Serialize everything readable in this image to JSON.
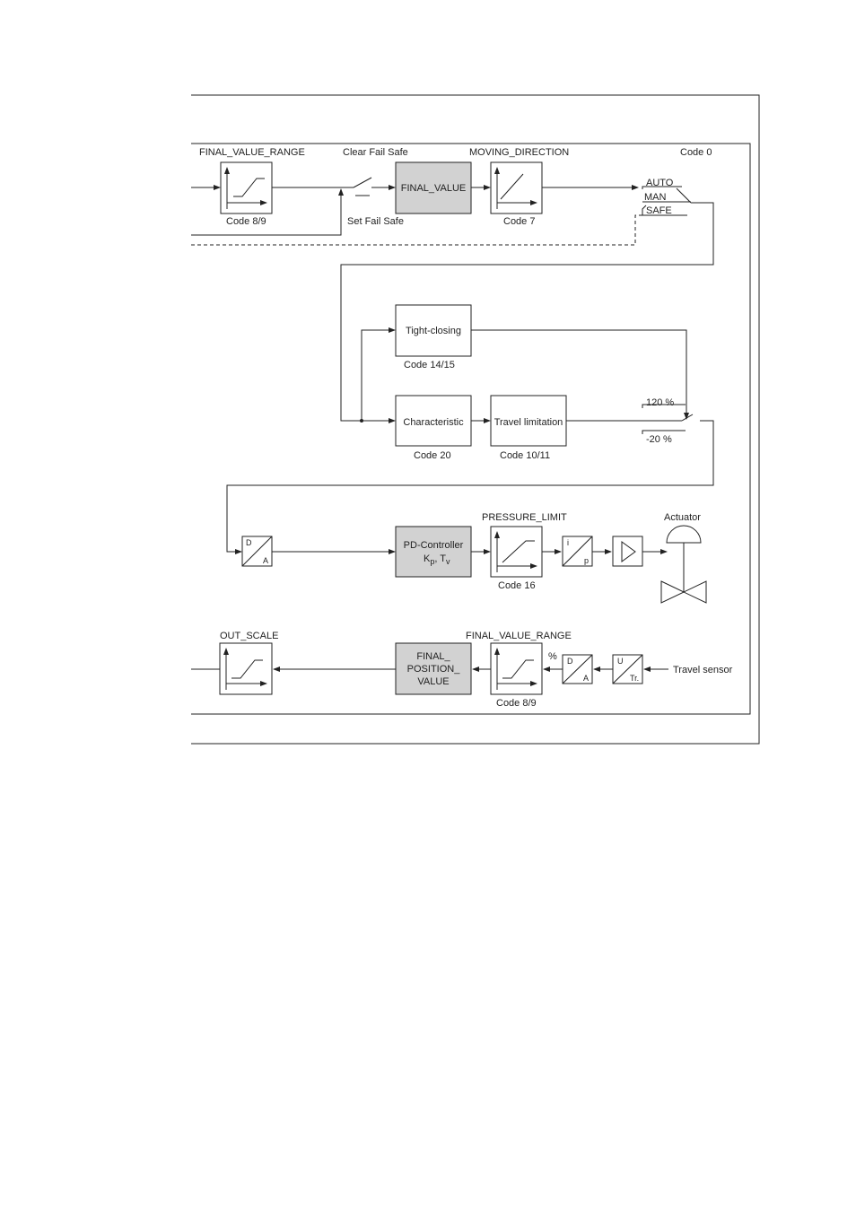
{
  "row1": {
    "final_value_range_label": "FINAL_VALUE_RANGE",
    "code_8_9": "Code 8/9",
    "clear_fail_safe": "Clear Fail Safe",
    "set_fail_safe": "Set Fail Safe",
    "final_value": "FINAL_VALUE",
    "moving_direction_label": "MOVING_DIRECTION",
    "code_7": "Code 7",
    "code_0": "Code 0",
    "auto": "AUTO",
    "man": "MAN",
    "safe": "SAFE"
  },
  "row2": {
    "tight_closing": "Tight-closing",
    "code_14_15": "Code 14/15",
    "characteristic": "Characteristic",
    "code_20": "Code 20",
    "travel_limitation": "Travel limitation",
    "code_10_11": "Code 10/11",
    "upper_limit": "120 %",
    "lower_limit": "-20 %"
  },
  "row3": {
    "da_d": "D",
    "da_a": "A",
    "pd_controller_line1": "PD-Controller",
    "kp": "K",
    "kp_sub": "p",
    "comma": ", T",
    "tv_sub": "v",
    "pressure_limit_label": "PRESSURE_LIMIT",
    "code_16": "Code 16",
    "ip_i": "i",
    "ip_p": "p",
    "actuator": "Actuator"
  },
  "row4": {
    "out_scale_label": "OUT_SCALE",
    "final_position_line1": "FINAL_",
    "final_position_line2": "POSITION_",
    "final_position_line3": "VALUE",
    "final_value_range_label": "FINAL_VALUE_RANGE",
    "code_8_9": "Code 8/9",
    "percent": "%",
    "da_d": "D",
    "da_a": "A",
    "ut_u": "U",
    "ut_tr": "Tr.",
    "travel_sensor": "Travel sensor"
  }
}
